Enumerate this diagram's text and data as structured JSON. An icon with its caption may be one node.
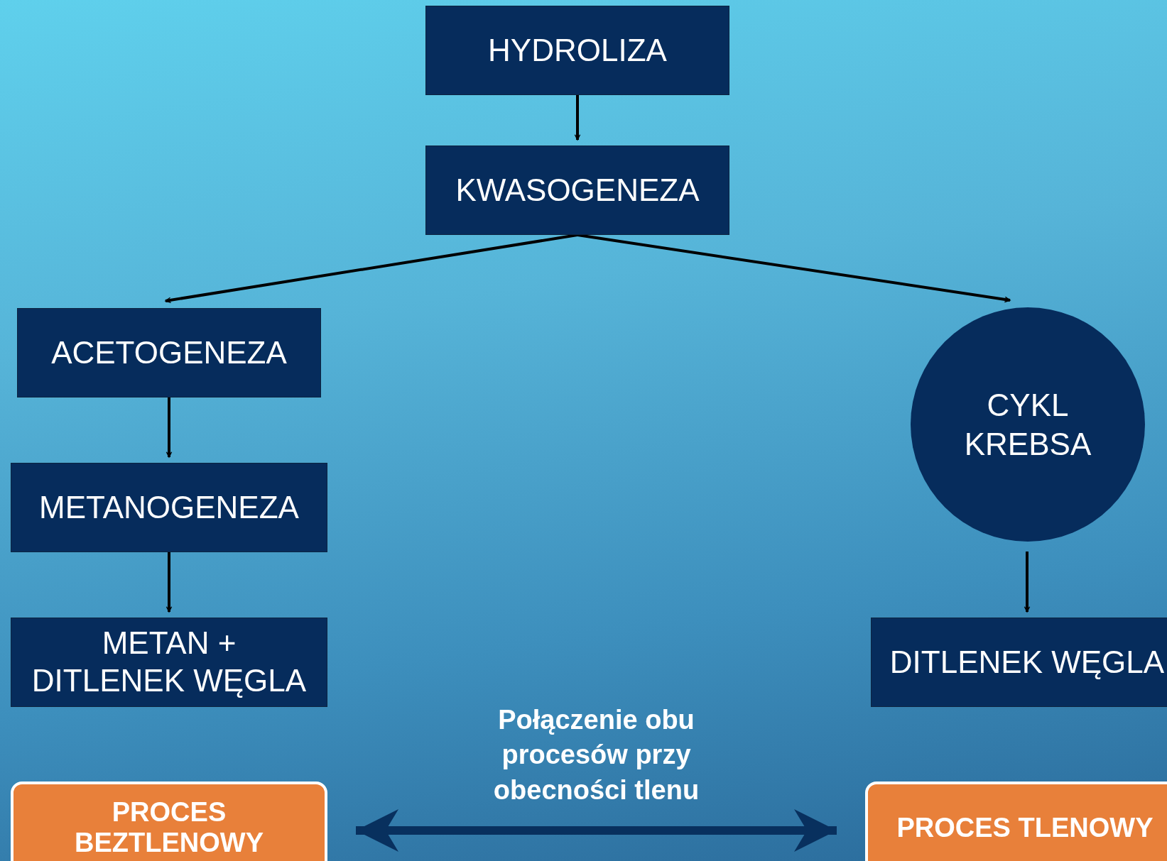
{
  "diagram": {
    "nodes": [
      {
        "text": [
          "HYDROLIZA"
        ]
      },
      {
        "text": [
          "KWASOGENEZA"
        ]
      },
      {
        "text": [
          "ACETOGENEZA"
        ]
      },
      {
        "text": [
          "METANOGENEZA"
        ]
      },
      {
        "text": [
          "METAN + DITLENEK WĘGLA"
        ]
      },
      {
        "text": [
          "CYKL KREBSA"
        ]
      },
      {
        "text": [
          "DITLENEK WĘGLA"
        ]
      },
      {
        "text": [
          "PROCES BEZTLENOWY"
        ]
      },
      {
        "text": [
          "PROCES TLENOWY"
        ]
      }
    ],
    "edges": [
      {
        "from": 0,
        "to": 1,
        "arrow": "to"
      },
      {
        "from": 1,
        "to": 2,
        "arrow": "to"
      },
      {
        "from": 1,
        "to": 5,
        "arrow": "to"
      },
      {
        "from": 2,
        "to": 3,
        "arrow": "to"
      },
      {
        "from": 3,
        "to": 4,
        "arrow": "to"
      },
      {
        "from": 5,
        "to": 6,
        "arrow": "to"
      },
      {
        "from": 7,
        "to": 8,
        "arrow": "both",
        "label": "Połączenie obu procesów przy obecności tlenu",
        "style": "thick",
        "color": "#08305e"
      }
    ]
  }
}
